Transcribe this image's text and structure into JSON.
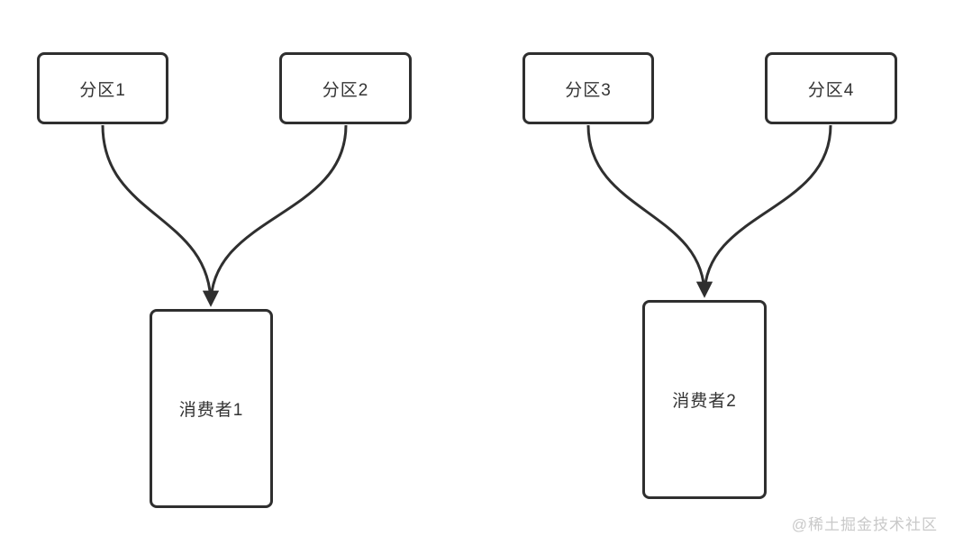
{
  "diagram": {
    "title": "partition-to-consumer assignment diagram",
    "stroke_color": "#2f2f2f",
    "text_color": "#333333",
    "background_color": "#ffffff",
    "nodes": [
      {
        "id": "partition-1",
        "label": "分区1",
        "shape": "rounded-rect"
      },
      {
        "id": "partition-2",
        "label": "分区2",
        "shape": "rounded-rect"
      },
      {
        "id": "partition-3",
        "label": "分区3",
        "shape": "rounded-rect"
      },
      {
        "id": "partition-4",
        "label": "分区4",
        "shape": "rounded-rect"
      },
      {
        "id": "consumer-1",
        "label": "消费者1",
        "shape": "rounded-rect"
      },
      {
        "id": "consumer-2",
        "label": "消费者2",
        "shape": "rounded-rect"
      }
    ],
    "edges": [
      {
        "from": "分区1",
        "to": "消费者1",
        "style": "curved-arrow"
      },
      {
        "from": "分区2",
        "to": "消费者1",
        "style": "curved-arrow"
      },
      {
        "from": "分区3",
        "to": "消费者2",
        "style": "curved-arrow"
      },
      {
        "from": "分区4",
        "to": "消费者2",
        "style": "curved-arrow"
      }
    ]
  },
  "watermark": {
    "text": "@稀土掘金技术社区",
    "color": "#c9c9c9"
  }
}
